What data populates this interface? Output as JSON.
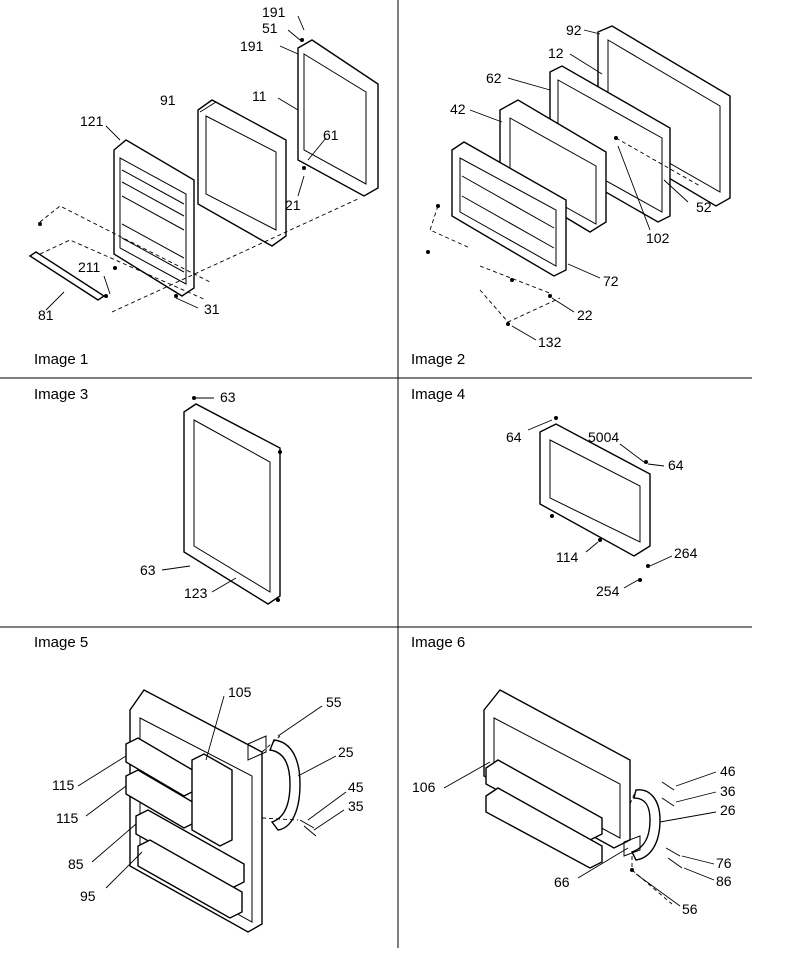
{
  "panels": [
    {
      "caption": "Image 1",
      "callouts": [
        "191",
        "51",
        "191",
        "91",
        "11",
        "121",
        "61",
        "21",
        "211",
        "81",
        "31"
      ]
    },
    {
      "caption": "Image 2",
      "callouts": [
        "92",
        "12",
        "62",
        "42",
        "52",
        "102",
        "72",
        "22",
        "132"
      ]
    },
    {
      "caption": "Image 3",
      "callouts": [
        "63",
        "63",
        "123"
      ]
    },
    {
      "caption": "Image 4",
      "callouts": [
        "64",
        "5004",
        "64",
        "114",
        "264",
        "254"
      ]
    },
    {
      "caption": "Image 5",
      "callouts": [
        "105",
        "55",
        "25",
        "115",
        "115",
        "45",
        "35",
        "85",
        "95"
      ]
    },
    {
      "caption": "Image 6",
      "callouts": [
        "46",
        "36",
        "106",
        "26",
        "76",
        "86",
        "66",
        "56"
      ]
    }
  ]
}
